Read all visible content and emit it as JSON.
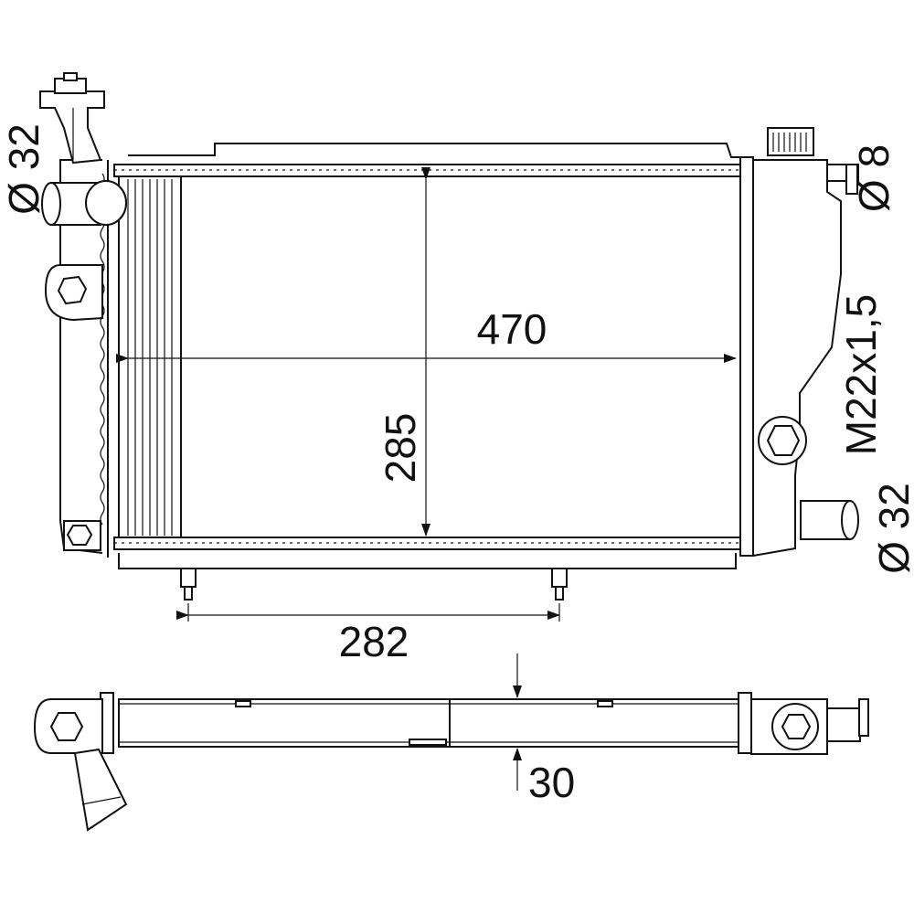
{
  "dimensions": {
    "width": "470",
    "height": "285",
    "mount_spacing": "282",
    "core_depth": "30"
  },
  "labels": {
    "inlet_diameter": "Ø 32",
    "outlet_diameter": "Ø 32",
    "vent_diameter": "Ø 8",
    "thread": "M22x1,5"
  }
}
